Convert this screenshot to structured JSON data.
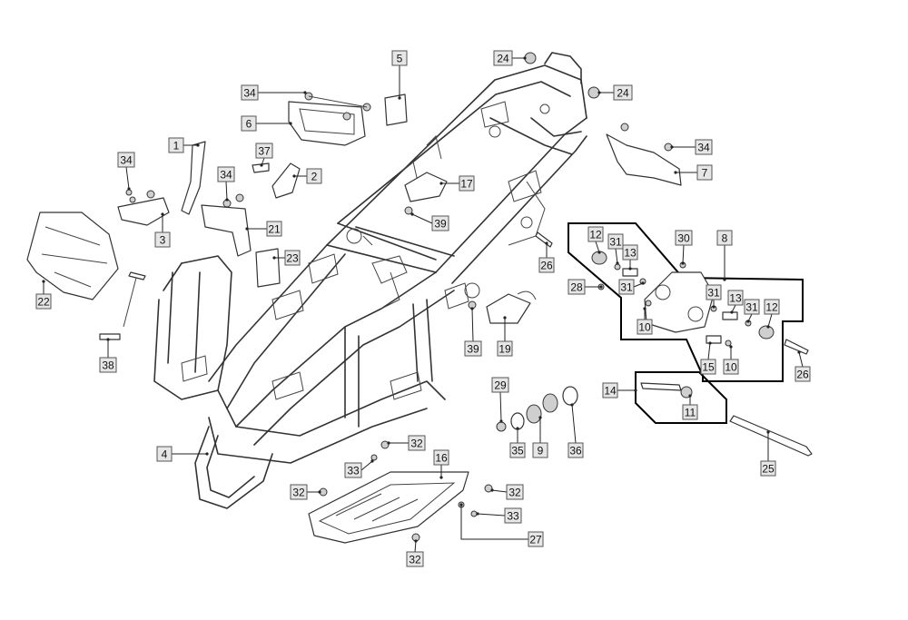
{
  "labels": [
    {
      "id": "l1",
      "text": "1"
    },
    {
      "id": "l2",
      "text": "2"
    },
    {
      "id": "l3",
      "text": "3"
    },
    {
      "id": "l4",
      "text": "4"
    },
    {
      "id": "l5",
      "text": "5"
    },
    {
      "id": "l6",
      "text": "6"
    },
    {
      "id": "l7",
      "text": "7"
    },
    {
      "id": "l8",
      "text": "8"
    },
    {
      "id": "l9",
      "text": "9"
    },
    {
      "id": "l10a",
      "text": "10"
    },
    {
      "id": "l10b",
      "text": "10"
    },
    {
      "id": "l11",
      "text": "11"
    },
    {
      "id": "l12a",
      "text": "12"
    },
    {
      "id": "l12b",
      "text": "12"
    },
    {
      "id": "l13a",
      "text": "13"
    },
    {
      "id": "l13b",
      "text": "13"
    },
    {
      "id": "l14",
      "text": "14"
    },
    {
      "id": "l15",
      "text": "15"
    },
    {
      "id": "l16",
      "text": "16"
    },
    {
      "id": "l17",
      "text": "17"
    },
    {
      "id": "l19",
      "text": "19"
    },
    {
      "id": "l21",
      "text": "21"
    },
    {
      "id": "l22",
      "text": "22"
    },
    {
      "id": "l23",
      "text": "23"
    },
    {
      "id": "l24a",
      "text": "24"
    },
    {
      "id": "l24b",
      "text": "24"
    },
    {
      "id": "l25",
      "text": "25"
    },
    {
      "id": "l26a",
      "text": "26"
    },
    {
      "id": "l26b",
      "text": "26"
    },
    {
      "id": "l27",
      "text": "27"
    },
    {
      "id": "l28",
      "text": "28"
    },
    {
      "id": "l29",
      "text": "29"
    },
    {
      "id": "l30",
      "text": "30"
    },
    {
      "id": "l31a",
      "text": "31"
    },
    {
      "id": "l31b",
      "text": "31"
    },
    {
      "id": "l31c",
      "text": "31"
    },
    {
      "id": "l31d",
      "text": "31"
    },
    {
      "id": "l32a",
      "text": "32"
    },
    {
      "id": "l32b",
      "text": "32"
    },
    {
      "id": "l32c",
      "text": "32"
    },
    {
      "id": "l32d",
      "text": "32"
    },
    {
      "id": "l33a",
      "text": "33"
    },
    {
      "id": "l33b",
      "text": "33"
    },
    {
      "id": "l34a",
      "text": "34"
    },
    {
      "id": "l34b",
      "text": "34"
    },
    {
      "id": "l34c",
      "text": "34"
    },
    {
      "id": "l34d",
      "text": "34"
    },
    {
      "id": "l35",
      "text": "35"
    },
    {
      "id": "l36",
      "text": "36"
    },
    {
      "id": "l37",
      "text": "37"
    },
    {
      "id": "l38",
      "text": "38"
    },
    {
      "id": "l39a",
      "text": "39"
    },
    {
      "id": "l39b",
      "text": "39"
    }
  ]
}
